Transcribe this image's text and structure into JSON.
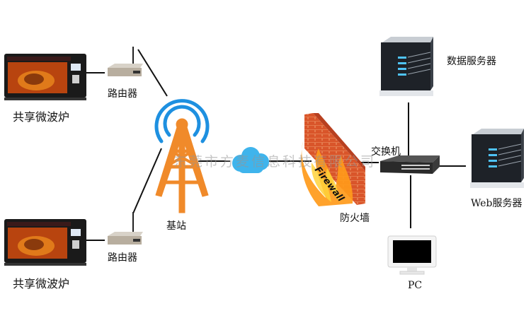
{
  "diagram": {
    "nodes": {
      "microwave_top": {
        "label": "共享微波炉"
      },
      "microwave_bottom": {
        "label": "共享微波炉"
      },
      "router_top": {
        "label": "路由器"
      },
      "router_bottom": {
        "label": "路由器"
      },
      "base_station": {
        "label": "基站"
      },
      "cloud": {
        "label": ""
      },
      "firewall": {
        "label": "防火墙",
        "wall_text": "Firewall"
      },
      "switch": {
        "label": "交换机"
      },
      "data_server": {
        "label": "数据服务器"
      },
      "web_server": {
        "label": "Web服务器"
      },
      "pc": {
        "label": "PC"
      }
    },
    "watermark": "东莞市方麦信息科技有限公司",
    "colors": {
      "tower": "#f08a2a",
      "signal": "#1e90e0",
      "cloud": "#3fb4ec",
      "line": "#111111",
      "flame": "#ff9a1a",
      "brick": "#d9552a"
    },
    "edges": [
      [
        "microwave_top",
        "router_top"
      ],
      [
        "router_top",
        "base_station"
      ],
      [
        "microwave_bottom",
        "router_bottom"
      ],
      [
        "router_bottom",
        "base_station"
      ],
      [
        "base_station",
        "cloud"
      ],
      [
        "cloud",
        "firewall"
      ],
      [
        "firewall",
        "switch"
      ],
      [
        "switch",
        "data_server"
      ],
      [
        "switch",
        "web_server"
      ],
      [
        "switch",
        "pc"
      ]
    ]
  }
}
